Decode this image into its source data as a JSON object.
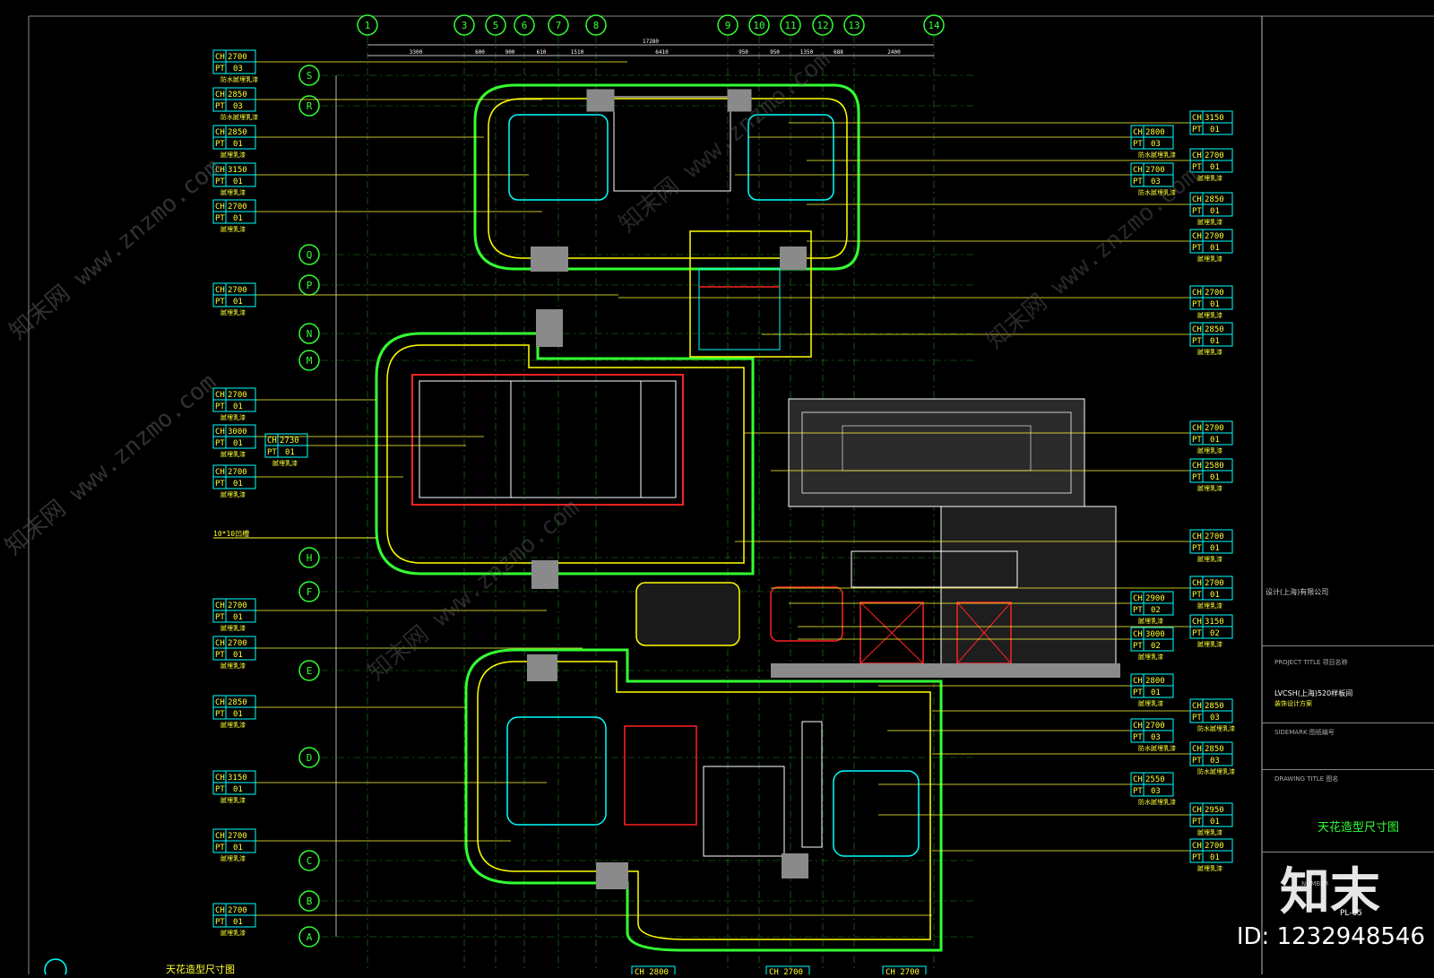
{
  "grid_numbers": [
    "1",
    "3",
    "5",
    "6",
    "7",
    "8",
    "9",
    "10",
    "11",
    "12",
    "13",
    "14"
  ],
  "grid_letters": [
    "S",
    "R",
    "Q",
    "P",
    "N",
    "M",
    "H",
    "F",
    "E",
    "D",
    "C",
    "B",
    "A"
  ],
  "top_dims": [
    "3300",
    "600",
    "900",
    "610",
    "1510",
    "6410",
    "950",
    "950",
    "1350",
    "688",
    "2400"
  ],
  "top_total": "17280",
  "left_tags": [
    {
      "ch": "2700",
      "pt": "03",
      "note": "防水腻埋乳漆"
    },
    {
      "ch": "2850",
      "pt": "03",
      "note": "防水腻埋乳漆"
    },
    {
      "ch": "2850",
      "pt": "01",
      "note": "腻埋乳漆"
    },
    {
      "ch": "3150",
      "pt": "01",
      "note": "腻埋乳漆"
    },
    {
      "ch": "2700",
      "pt": "01",
      "note": "腻埋乳漆"
    },
    {
      "ch": "2700",
      "pt": "01",
      "note": "腻埋乳漆"
    },
    {
      "ch": "2700",
      "pt": "01",
      "note": "腻埋乳漆"
    },
    {
      "ch": "3000",
      "pt": "01",
      "note": "腻埋乳漆"
    },
    {
      "ch": "2700",
      "pt": "01",
      "note": "腻埋乳漆"
    },
    {
      "ch": "2700",
      "pt": "01",
      "note": "腻埋乳漆"
    },
    {
      "ch": "2700",
      "pt": "01",
      "note": "腻埋乳漆"
    },
    {
      "ch": "2850",
      "pt": "01",
      "note": "腻埋乳漆"
    },
    {
      "ch": "3150",
      "pt": "01",
      "note": "腻埋乳漆"
    },
    {
      "ch": "2700",
      "pt": "01",
      "note": "腻埋乳漆"
    },
    {
      "ch": "2700",
      "pt": "01",
      "note": "腻埋乳漆"
    }
  ],
  "mid_tag": {
    "ch": "2730",
    "pt": "01",
    "note": "腻埋乳漆"
  },
  "side_note": "10*10凹槽",
  "right_inner_tags": [
    {
      "ch": "2800",
      "pt": "03",
      "note": "防水腻埋乳漆"
    },
    {
      "ch": "2700",
      "pt": "03",
      "note": "防水腻埋乳漆"
    },
    {
      "ch": "2900",
      "pt": "02",
      "note": "腻埋乳漆"
    },
    {
      "ch": "3000",
      "pt": "02",
      "note": "腻埋乳漆"
    },
    {
      "ch": "2800",
      "pt": "01",
      "note": "腻埋乳漆"
    },
    {
      "ch": "2700",
      "pt": "03",
      "note": "防水腻埋乳漆"
    },
    {
      "ch": "2550",
      "pt": "03",
      "note": "防水腻埋乳漆"
    }
  ],
  "right_outer_tags": [
    {
      "ch": "3150",
      "pt": "01",
      "note": ""
    },
    {
      "ch": "2700",
      "pt": "01",
      "note": "腻埋乳漆"
    },
    {
      "ch": "2850",
      "pt": "01",
      "note": "腻埋乳漆"
    },
    {
      "ch": "2700",
      "pt": "01",
      "note": "腻埋乳漆"
    },
    {
      "ch": "2700",
      "pt": "01",
      "note": "腻埋乳漆"
    },
    {
      "ch": "2850",
      "pt": "01",
      "note": "腻埋乳漆"
    },
    {
      "ch": "2700",
      "pt": "01",
      "note": "腻埋乳漆"
    },
    {
      "ch": "2580",
      "pt": "01",
      "note": "腻埋乳漆"
    },
    {
      "ch": "2700",
      "pt": "01",
      "note": "腻埋乳漆"
    },
    {
      "ch": "2700",
      "pt": "01",
      "note": "腻埋乳漆"
    },
    {
      "ch": "3150",
      "pt": "02",
      "note": "腻埋乳漆"
    },
    {
      "ch": "2850",
      "pt": "03",
      "note": "防水腻埋乳漆"
    },
    {
      "ch": "2850",
      "pt": "03",
      "note": "防水腻埋乳漆"
    },
    {
      "ch": "2950",
      "pt": "01",
      "note": "腻埋乳漆"
    },
    {
      "ch": "2700",
      "pt": "01",
      "note": "腻埋乳漆"
    }
  ],
  "bottom_tags": [
    "CH 2800",
    "CH 2700",
    "CH 2700"
  ],
  "drawing_caption": "天花造型尺寸图",
  "title_block": {
    "company": "设计(上海)有限公司",
    "project_label": "PROJECT TITLE 项目名称",
    "project_name": "LVCSH(上海)520样板间",
    "project_sub": "装饰设计方案",
    "sidemark_label": "SIDEMARK 图纸编号",
    "drawing_label": "DRAWING TITLE 图名",
    "drawing_title": "天花造型尺寸图",
    "sheet_label": "NUMBER",
    "sheet_no": "PL-05"
  },
  "watermark": "知末网 www.znzmo.com",
  "brand_mark": "知末",
  "brand_id": "ID: 1232948546",
  "colors": {
    "bg": "#000000",
    "tag": "#ffff33",
    "grid": "#33ff33",
    "wall": "#ffff00",
    "cyan": "#00ffff",
    "red": "#ff2222",
    "gray": "#8a8a8a"
  }
}
